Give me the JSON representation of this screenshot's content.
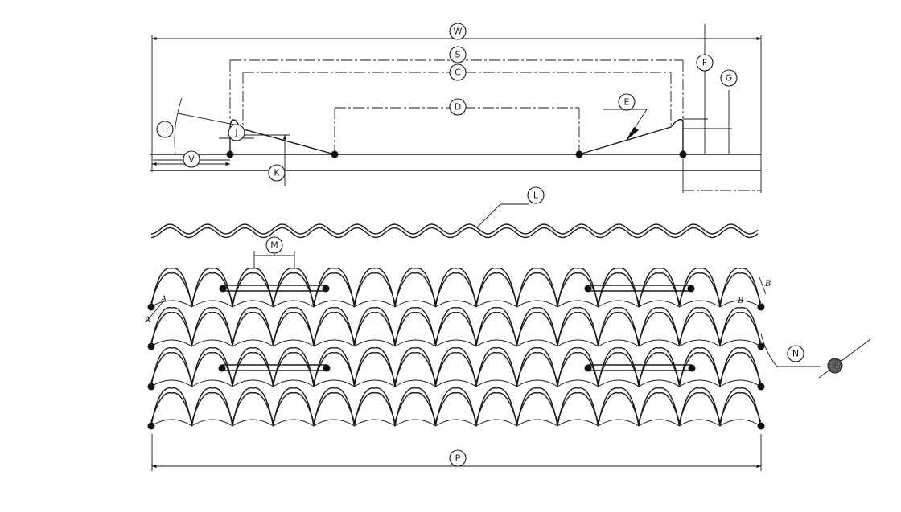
{
  "callouts": {
    "W": "W",
    "S": "S",
    "C": "C",
    "D": "D",
    "E": "E",
    "F": "F",
    "G": "G",
    "H": "H",
    "J": "J",
    "V": "V",
    "K": "K",
    "L": "L",
    "M": "M",
    "N": "N",
    "P": "P"
  },
  "angle_labels": {
    "left": "A",
    "right_top": "B",
    "right_bottom": "B"
  },
  "colors": {
    "line": "#1a1a1a",
    "background": "#ffffff",
    "wire_section": "#555555"
  }
}
